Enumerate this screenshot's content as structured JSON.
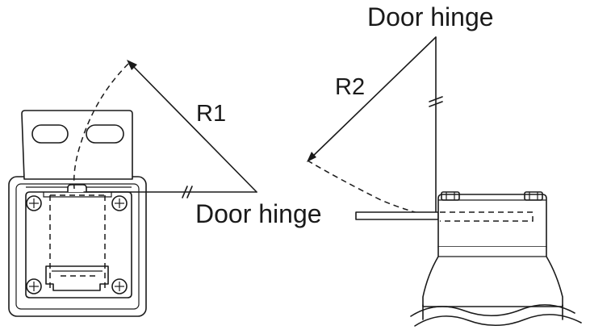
{
  "labels": {
    "r1": "R1",
    "r2": "R2",
    "left_hinge": "Door hinge",
    "right_hinge": "Door hinge"
  },
  "colors": {
    "line": "#1a1a1a",
    "background": "#ffffff"
  }
}
